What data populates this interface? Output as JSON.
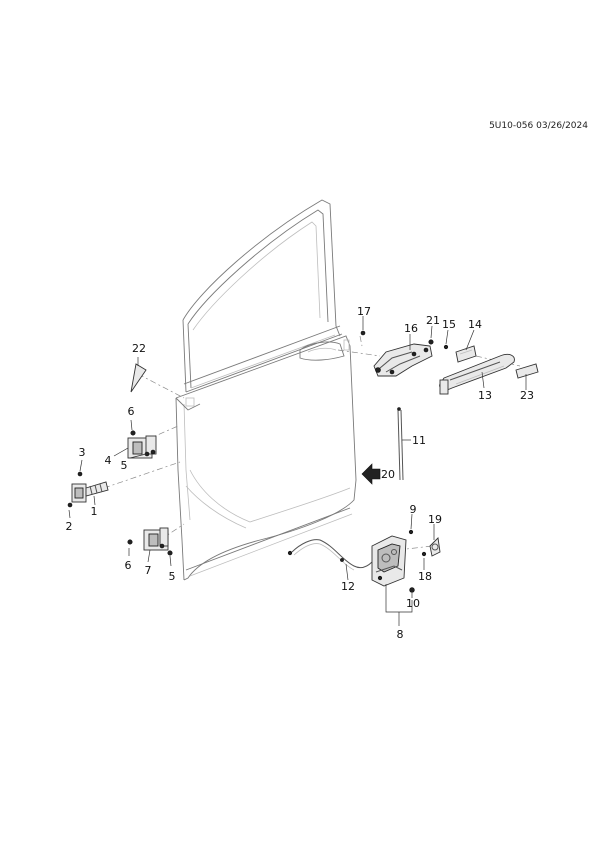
{
  "doc_id": "5U10-056 03/26/2024",
  "callouts": {
    "c1": "1",
    "c2": "2",
    "c3": "3",
    "c4": "4",
    "c5a": "5",
    "c5b": "5",
    "c6a": "6",
    "c6b": "6",
    "c7": "7",
    "c8": "8",
    "c9": "9",
    "c10": "10",
    "c11": "11",
    "c12": "12",
    "c13": "13",
    "c14": "14",
    "c15": "15",
    "c16": "16",
    "c17": "17",
    "c18": "18",
    "c19": "19",
    "c20": "20",
    "c21": "21",
    "c22": "22",
    "c23": "23"
  }
}
